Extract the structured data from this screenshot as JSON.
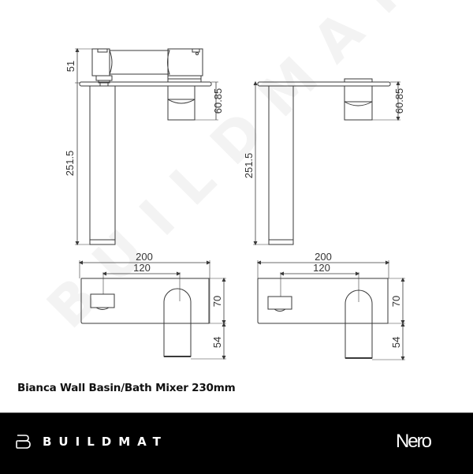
{
  "product": {
    "title": "Bianca Wall Basin/Bath Mixer 230mm",
    "finish": "Nero"
  },
  "brand": {
    "name": "BUILDMAT",
    "logo_icon": "buildmat-b-logo-icon",
    "watermark": "BUILDMAT"
  },
  "views": {
    "side_left": {
      "dims": {
        "handle_height": "51",
        "spout_drop": "60.85",
        "overall_length": "251.5"
      }
    },
    "side_right": {
      "dims": {
        "spout_drop": "60.85",
        "overall_length": "251.5"
      }
    },
    "front_left": {
      "dims": {
        "plate_width": "200",
        "centres": "120",
        "plate_height": "70",
        "spout_projection": "54"
      }
    },
    "front_right": {
      "dims": {
        "plate_width": "200",
        "centres": "120",
        "plate_height": "70",
        "spout_projection": "54"
      }
    }
  },
  "colors": {
    "line": "#3a3a3a",
    "footer_bg": "#000000",
    "footer_text": "#ffffff"
  }
}
